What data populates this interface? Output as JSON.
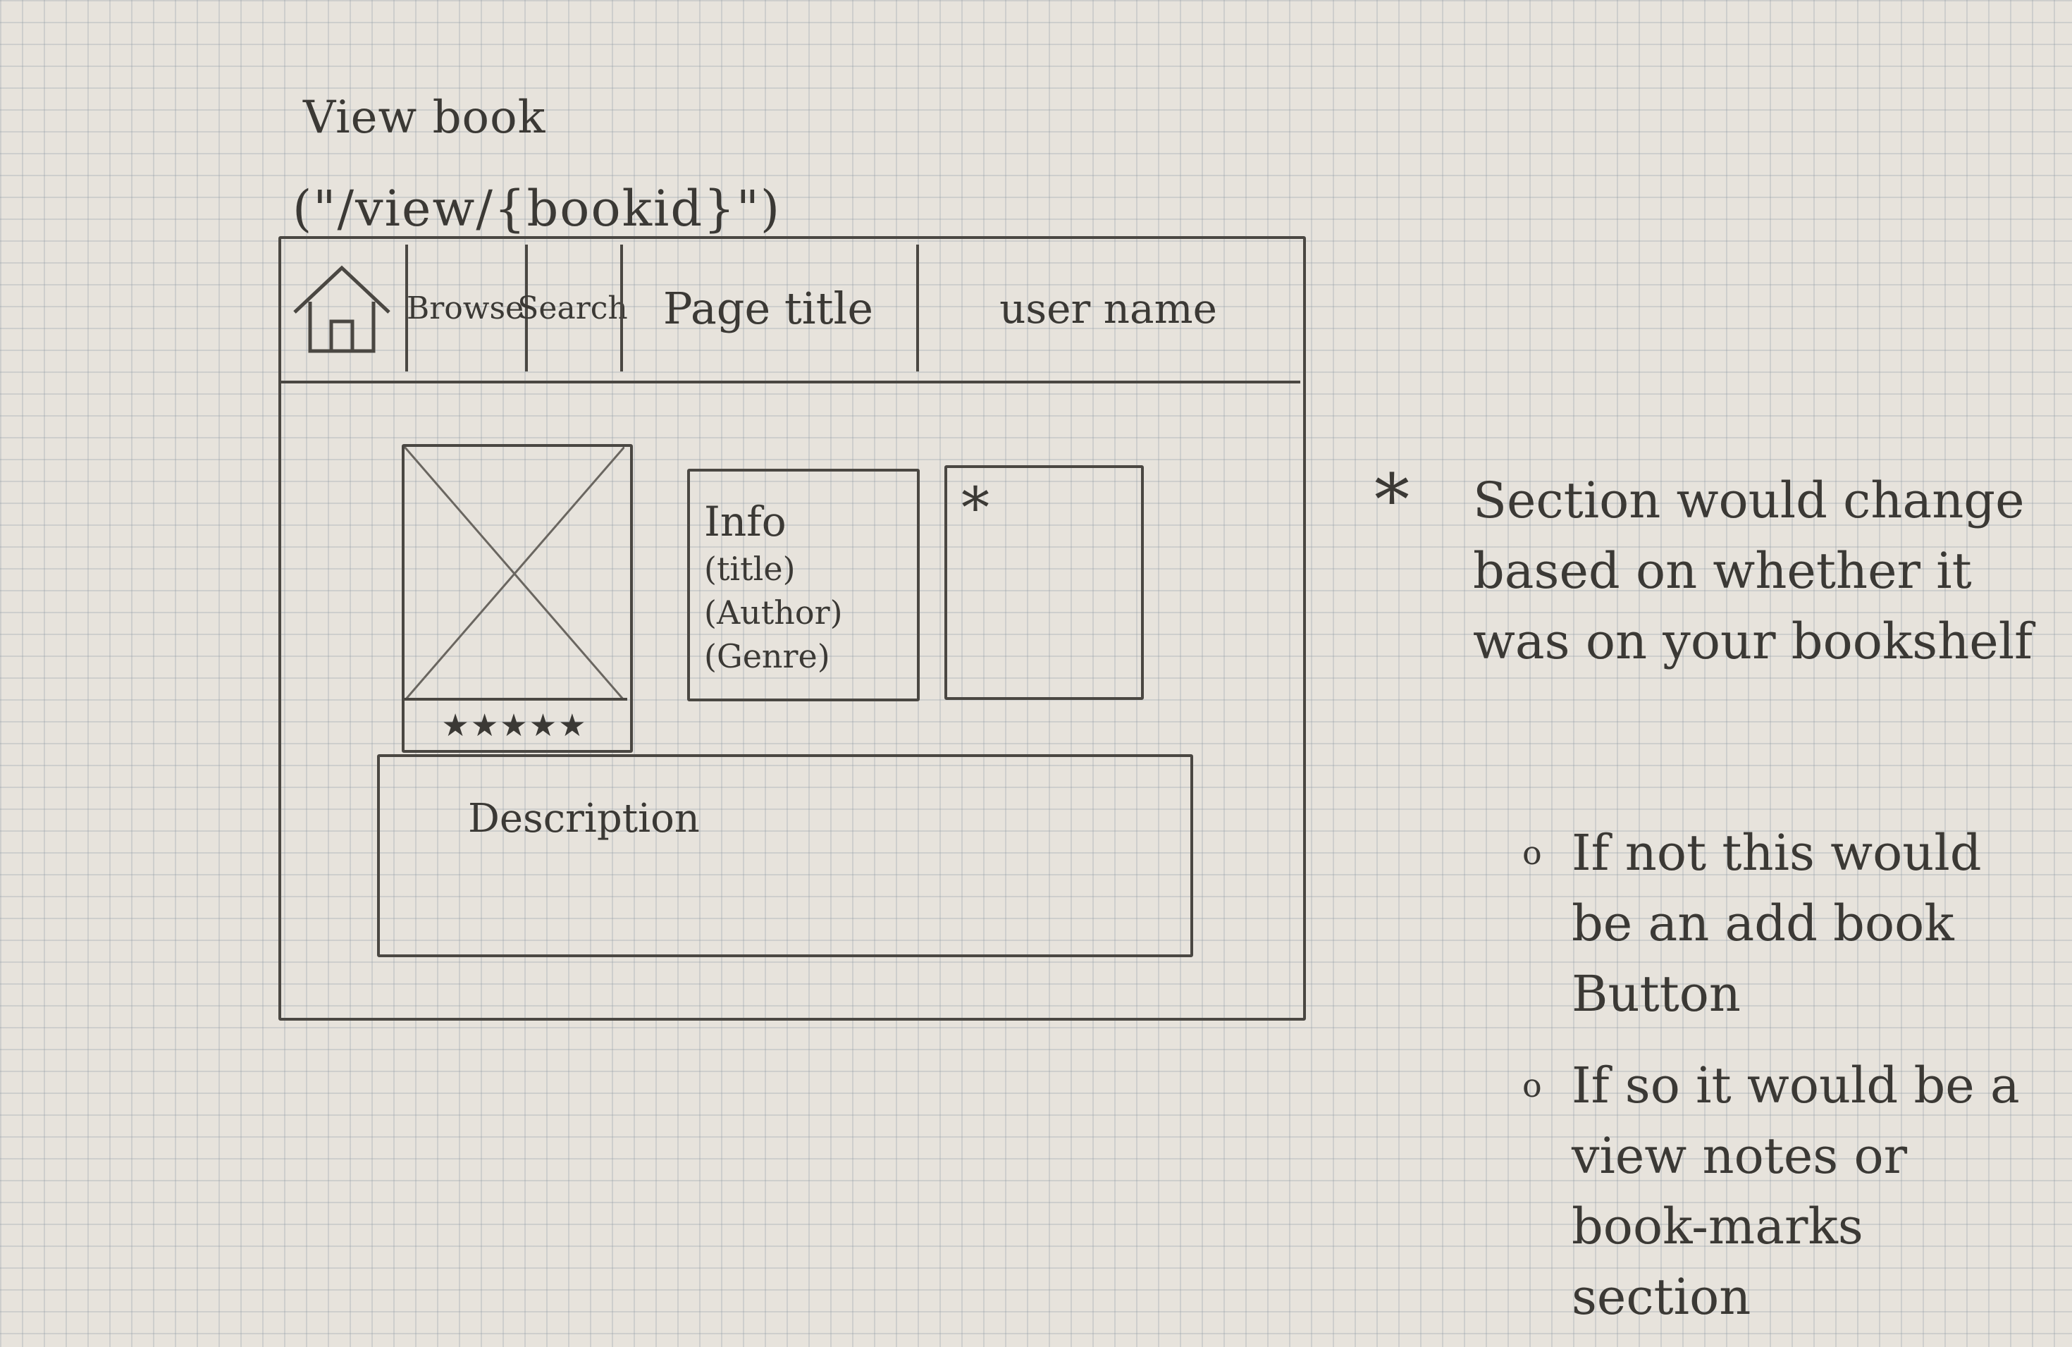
{
  "sketch": {
    "heading": "View book",
    "route": "(\"/view/{bookid}\")"
  },
  "navbar": {
    "home_icon": "house-icon",
    "browse": "Browse",
    "search": "Search",
    "page_title": "Page title",
    "user_name": "user name"
  },
  "book": {
    "cover_placeholder": "image-placeholder",
    "rating": "★★★★★",
    "info_heading": "Info",
    "info_title": "(title)",
    "info_author": "(Author)",
    "info_genre": "(Genre)",
    "section_marker": "*",
    "description": "Description"
  },
  "note": {
    "marker": "*",
    "text": "Section would change based on whether it was on your bookshelf",
    "bullets": [
      "If not this would be an add book Button",
      "If so it would be a view notes or book-marks section"
    ]
  }
}
